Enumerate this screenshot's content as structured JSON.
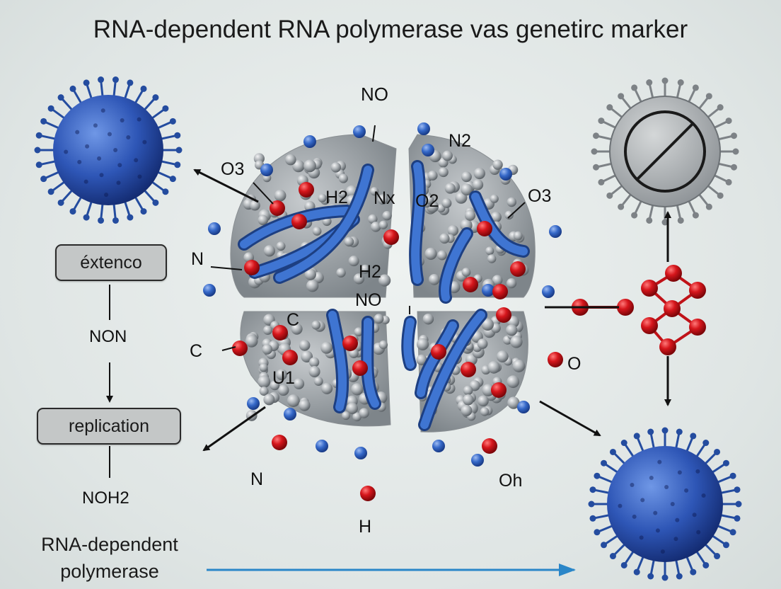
{
  "title": "RNA-dependent RNA polymerase vas genetirc marker",
  "flow_boxes": {
    "top": "éxtenco",
    "bottom": "replication"
  },
  "left_column": {
    "formula_top": "NON",
    "formula_bottom": "NOH2"
  },
  "bottom_label": {
    "line1": "RNA-dependent",
    "line2": "polymerase"
  },
  "atom_labels": {
    "n_o_top": "NO",
    "o3_left": "O3",
    "h2_top": "H2",
    "n_x": "Nx",
    "o2": "O2",
    "n2": "N2",
    "o3_right": "O3",
    "n_left": "N",
    "h2_mid": "H2",
    "n_o_mid": "NO",
    "one_mark": "ı",
    "c_upper": "C",
    "c_left": "C",
    "u1": "U1",
    "n_bottom": "N",
    "h_bottom": "H",
    "o_right": "O",
    "o_h": "Oh"
  },
  "colors": {
    "virus_blue": "#2b55b0",
    "atom_red": "#d0151b",
    "atom_blue": "#3568c8",
    "ribbon_blue": "#2a5aaa",
    "sphere_gray": "#a4a9ae",
    "arrow_blue": "#2a86c8"
  },
  "icons": [
    "virus-blue-icon",
    "virus-inactive-icon",
    "molecular-lattice-icon",
    "protein-complex-icon"
  ]
}
